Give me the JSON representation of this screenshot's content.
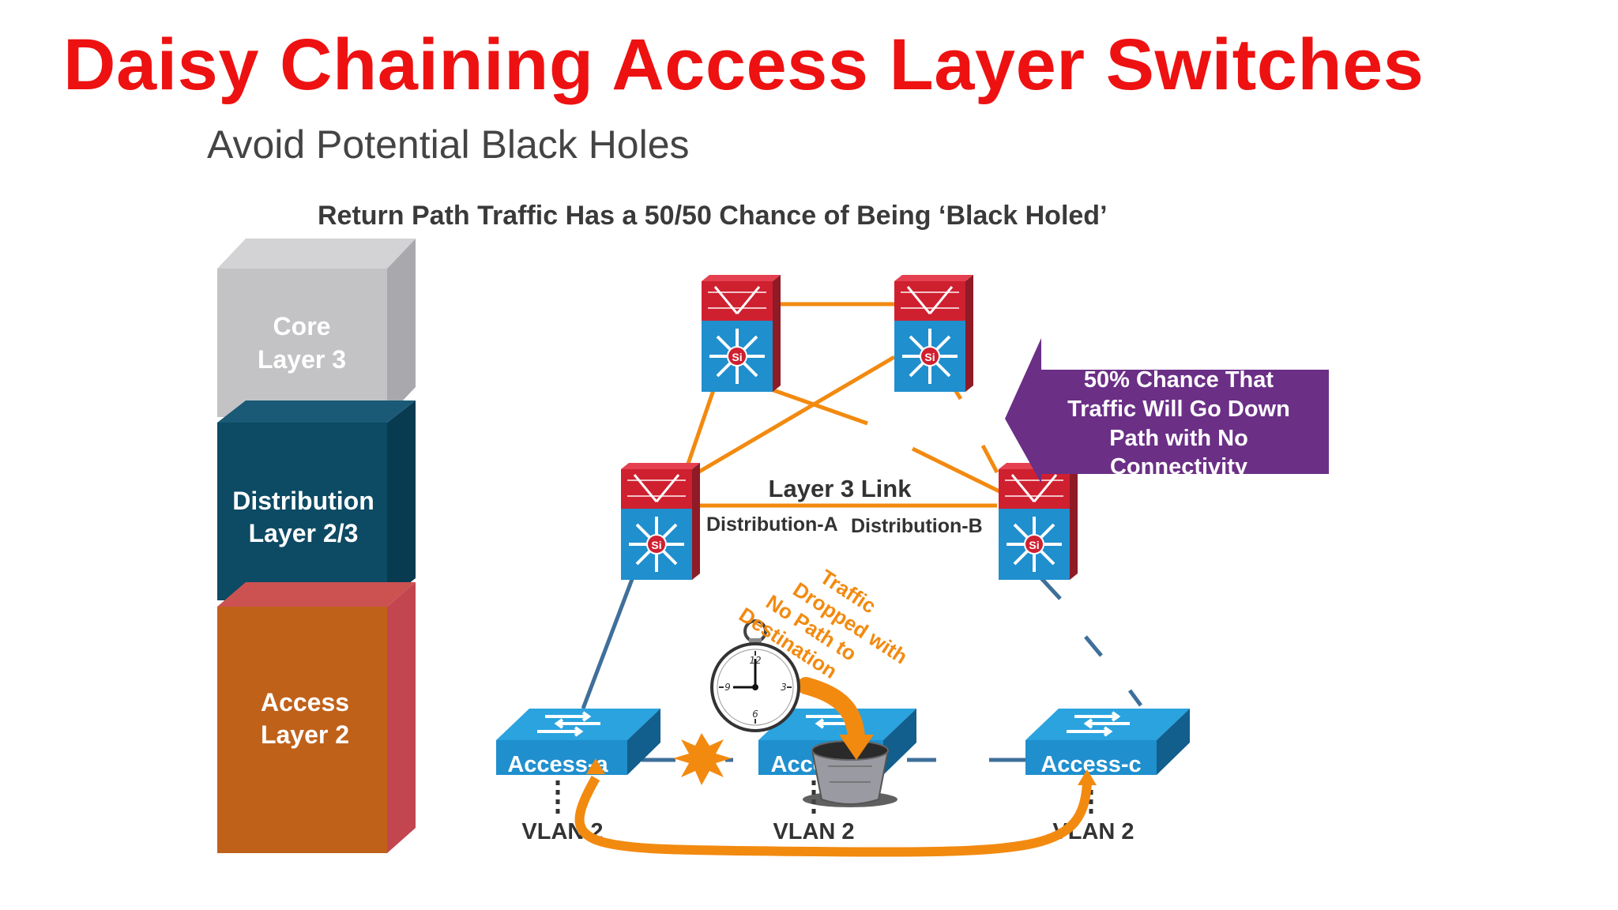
{
  "slide": {
    "title": "Daisy Chaining Access Layer Switches",
    "subtitle": "Avoid Potential Black Holes",
    "caption": "Return Path Traffic Has a 50/50 Chance of Being ‘Black Holed’"
  },
  "layers": {
    "core": {
      "line1": "Core",
      "line2": "Layer 3"
    },
    "distribution": {
      "line1": "Distribution",
      "line2": "Layer 2/3"
    },
    "access": {
      "line1": "Access",
      "line2": "Layer 2"
    }
  },
  "links": {
    "layer3_link": "Layer 3 Link"
  },
  "switches": {
    "distribution_a": "Distribution-A",
    "distribution_b": "Distribution-B",
    "si_badge": "Si",
    "access_a": "Access-a",
    "access_b": "Access-b",
    "access_c": "Access-c"
  },
  "vlans": {
    "a": "VLAN 2",
    "b": "VLAN 2",
    "c": "VLAN 2"
  },
  "callout": {
    "line1": "50% Chance That",
    "line2": "Traffic Will Go Down",
    "line3": "Path with No",
    "line4": "Connectivity"
  },
  "drop_note": {
    "line1": "Traffic",
    "line2": "Dropped with",
    "line3": "No Path to",
    "line4": "Destination"
  },
  "clock": {
    "n12": "12",
    "n3": "3",
    "n6": "6",
    "n9": "9"
  },
  "colors": {
    "title": "#ee1111",
    "core_layer": "#c3c3c6",
    "distribution_layer": "#0d4a64",
    "access_layer": "#c0611a",
    "callout": "#6b2f86",
    "orange_link": "#f28a10",
    "blue_link": "#3f6f9a",
    "switch_blue": "#1f8fce",
    "switch_red": "#cf2030"
  }
}
